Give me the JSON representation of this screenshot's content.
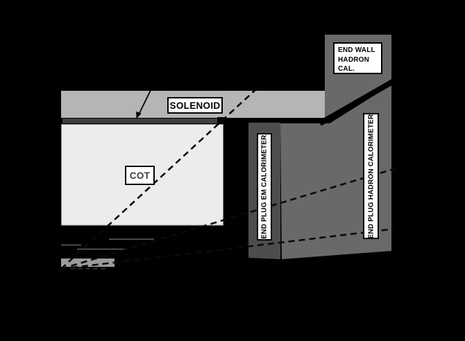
{
  "diagram": {
    "labels": {
      "solenoid": "SOLENOID",
      "cot": "COT",
      "end_wall": "END WALL\nHADRON\nCAL.",
      "end_plug_em": "END PLUG EM CALORIMETER",
      "end_plug_hadron": "END PLUG HADRON CALORIMETER"
    },
    "colors": {
      "background": "#000000",
      "central_calorimeter_band": "#b5b5b5",
      "end_wall_fill": "#696969",
      "end_plug_hadron_fill": "#696969",
      "end_plug_em_fill": "#4d4d4d",
      "solenoid_coil": "#3f3f3f",
      "coil_end_cap": "#060606",
      "cot_fill": "#ececec",
      "cot_border": "#8f8f8f",
      "silicon_layer_line": "#5e5e5e",
      "silicon_vertex_box": "#9b9b9b",
      "beam_line": "#3e3e3e",
      "eta_dash": "#0a0a0a",
      "label_box_bg": "#ffffff",
      "label_box_border": "#000000"
    }
  }
}
